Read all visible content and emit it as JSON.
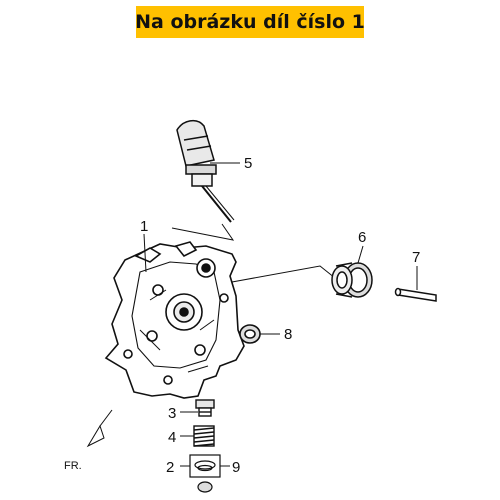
{
  "banner": {
    "text": "Na obrázku díl číslo 1",
    "color": "#ffc000"
  },
  "callouts": {
    "c1": "1",
    "c2": "2",
    "c3": "3",
    "c4": "4",
    "c5": "5",
    "c6": "6",
    "c7": "7",
    "c8": "8",
    "c9": "9"
  },
  "direction_label": "FR."
}
